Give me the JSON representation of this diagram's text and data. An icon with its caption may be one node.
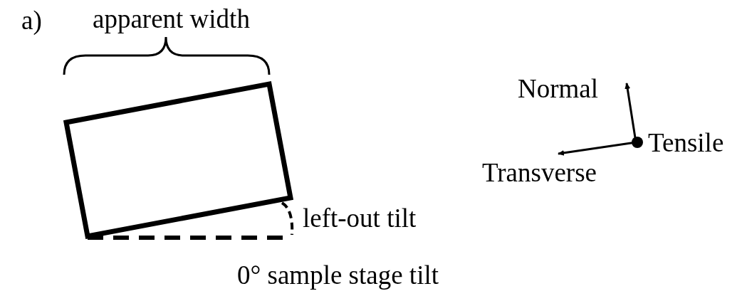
{
  "diagram": {
    "labels": [
      "a)",
      "apparent width",
      "Normal",
      "Tensile",
      "Transverse",
      "left-out tilt",
      "0° sample stage tilt"
    ]
  }
}
